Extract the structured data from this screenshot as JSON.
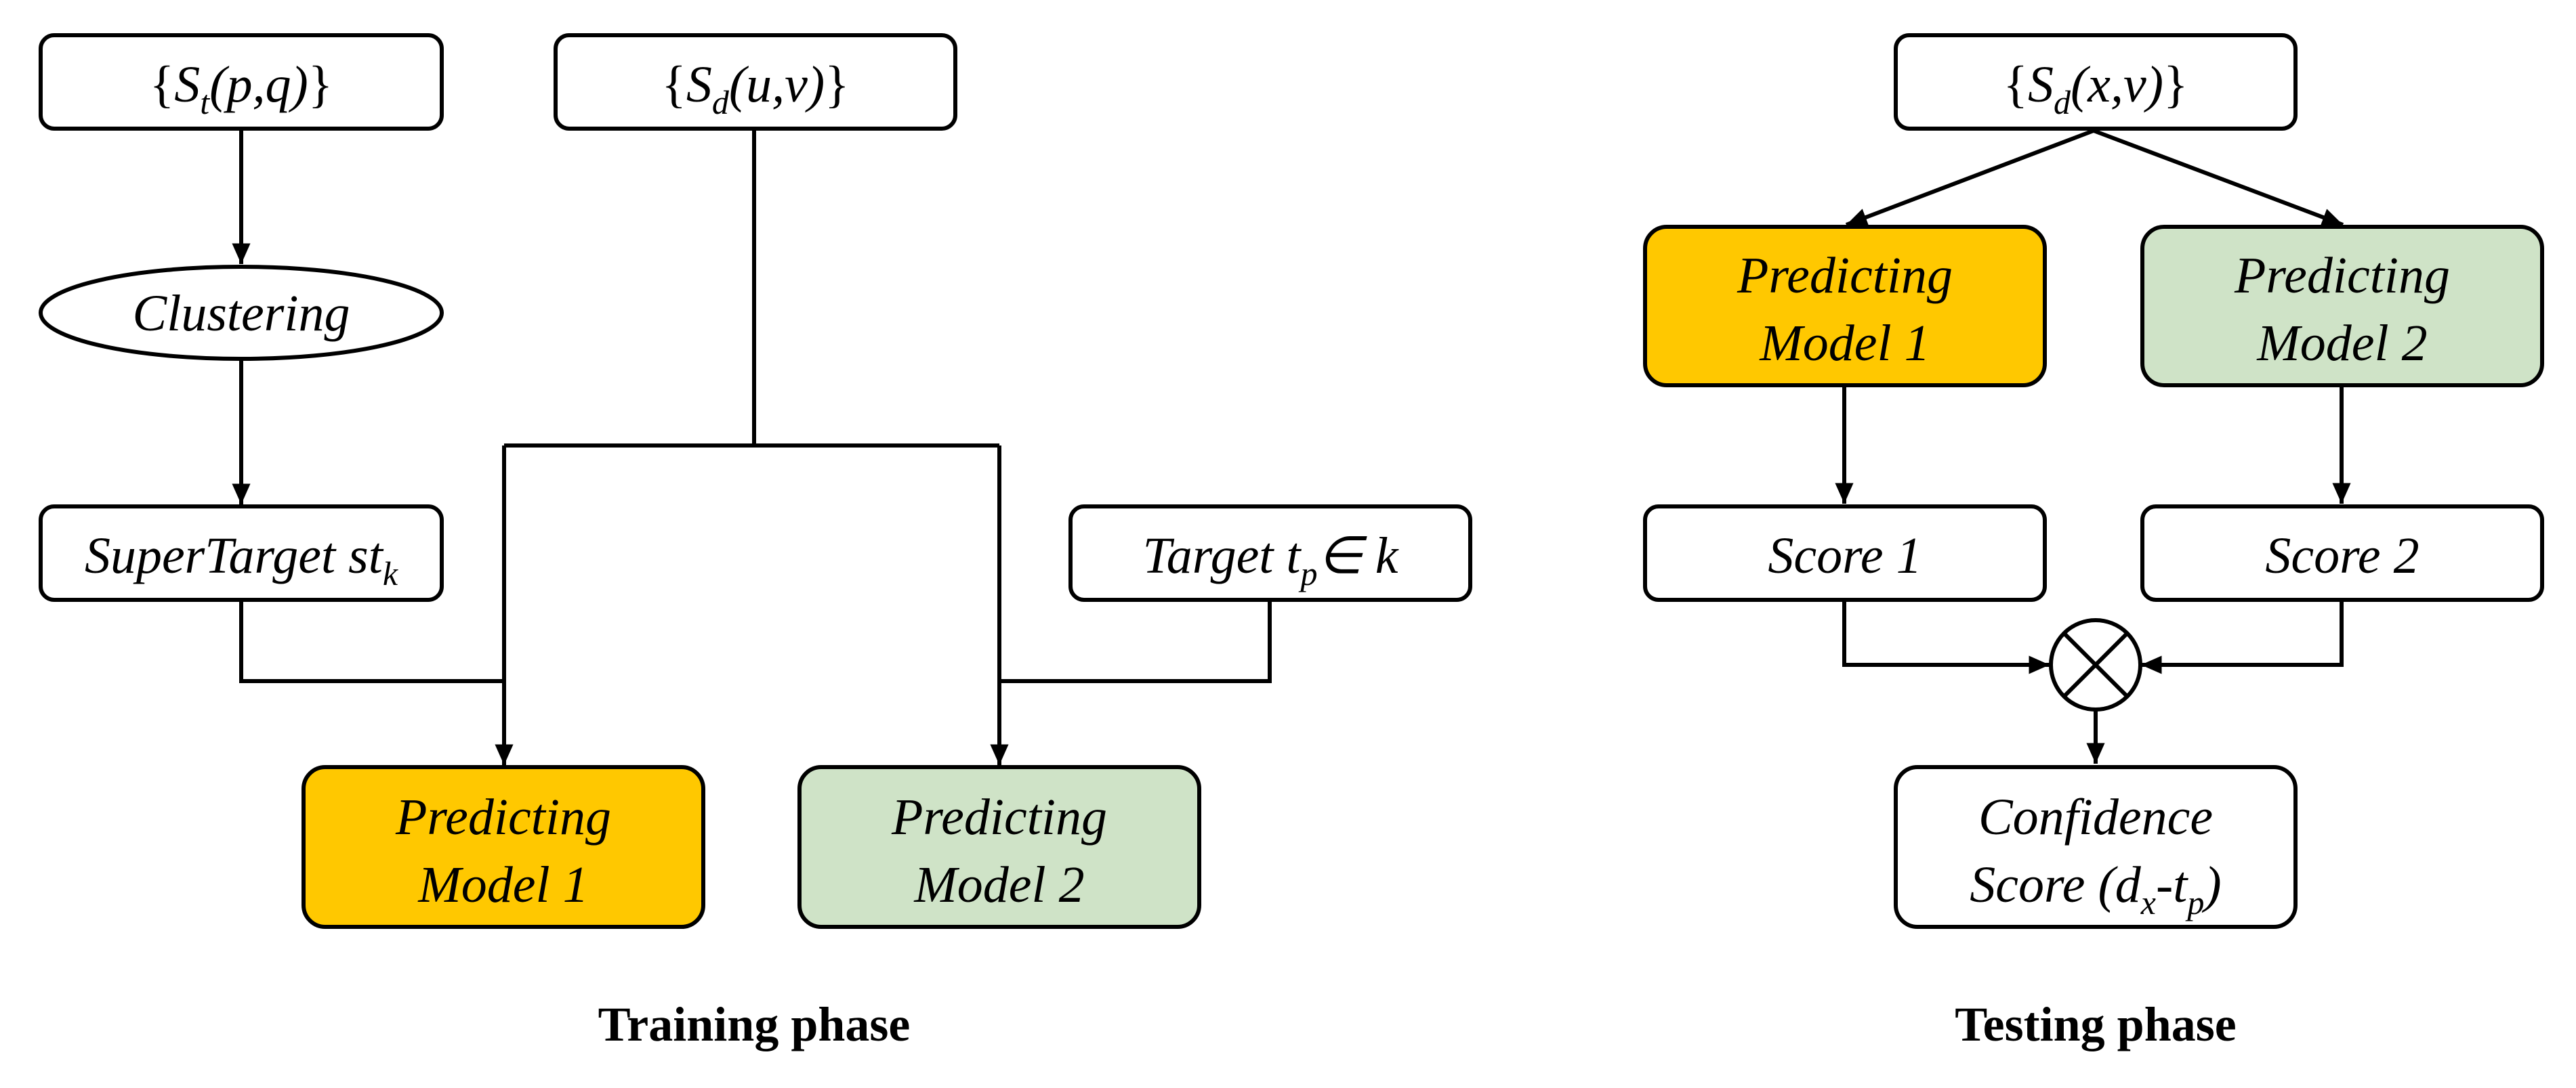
{
  "colors": {
    "model1_fill": "#FFC800",
    "model2_fill": "#CFE3C7",
    "box_fill": "#FFFFFF",
    "stroke": "#000000"
  },
  "training": {
    "caption": "Training phase",
    "st_input": {
      "open": "{",
      "base": "S",
      "sub": "t",
      "args": "(p,q)",
      "close": "}"
    },
    "sd_input": {
      "open": "{",
      "base": "S",
      "sub": "d",
      "args": "(u,v)",
      "close": "}"
    },
    "clustering": "Clustering",
    "supertarget": {
      "base": "SuperTarget st",
      "sub": "k"
    },
    "target": {
      "pre": "Target t",
      "sub": "p",
      "post": "∈ k"
    },
    "model1": {
      "line1": "Predicting",
      "line2": "Model 1"
    },
    "model2": {
      "line1": "Predicting",
      "line2": "Model 2"
    }
  },
  "testing": {
    "caption": "Testing phase",
    "sd_input": {
      "open": "{",
      "base": "S",
      "sub": "d",
      "args": "(x,v)",
      "close": "}"
    },
    "model1": {
      "line1": "Predicting",
      "line2": "Model 1"
    },
    "model2": {
      "line1": "Predicting",
      "line2": "Model 2"
    },
    "score1": "Score 1",
    "score2": "Score 2",
    "combine_icon": "circled-times-icon",
    "confidence": {
      "line1": "Confidence",
      "line2_pre": "Score (d",
      "sub1": "x",
      "mid": "-t",
      "sub2": "p",
      "close": ")"
    }
  }
}
